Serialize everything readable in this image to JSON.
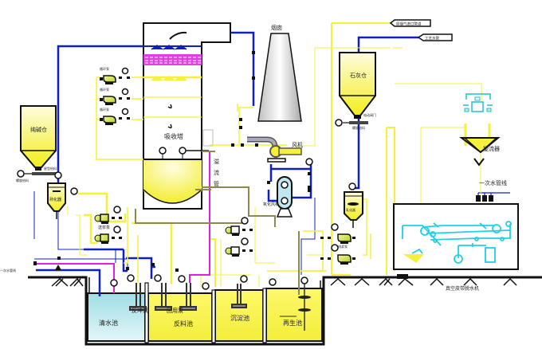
{
  "diagram": {
    "title": "Desulfurization process flow diagram",
    "colors": {
      "slurry_yellow": "#f5f03a",
      "water_blue": "#1020c0",
      "reagent_magenta": "#e020e0",
      "dewater_cyan": "#20d0e8",
      "outline": "#111111",
      "clear_water": "#bfe8ee",
      "drab_pipe": "#8a8a50"
    },
    "equipment": {
      "absorber": "吸收塔",
      "chimney": "烟囱",
      "alkali_silo": "纯碱仓",
      "lime_silo": "石灰仓",
      "fan": "风机",
      "oxidation_fan": "氧化风机",
      "overflow_pipe": [
        "溢",
        "流",
        "管"
      ],
      "hydrocyclone": "旋流器",
      "primary_water_line": "一次水管线",
      "vacuum_belt": "真空皮带脱水机",
      "mix_tank_left": "熟化器",
      "mix_tank_right": "乳化器",
      "circ_pump_small": "循环泵",
      "feed_pump": "送浆泵",
      "right_pump": "排浆泵",
      "backwash_pump": "反冲泵",
      "return_pump": "回用泵",
      "feeder_left": "星型给料",
      "feeder_left_2": "螺旋给料",
      "feeder_right": "电动阀门",
      "feeder_right_2": "螺旋给料",
      "inlet_pipe_label": "一次水管线"
    },
    "tags": {
      "top_label_1": "原烟气进口管道",
      "top_label_2": "工艺水管"
    },
    "tanks": [
      {
        "name": "清水池"
      },
      {
        "name": "反料池"
      },
      {
        "name": "沉淀池"
      },
      {
        "name": "再生池"
      }
    ]
  }
}
